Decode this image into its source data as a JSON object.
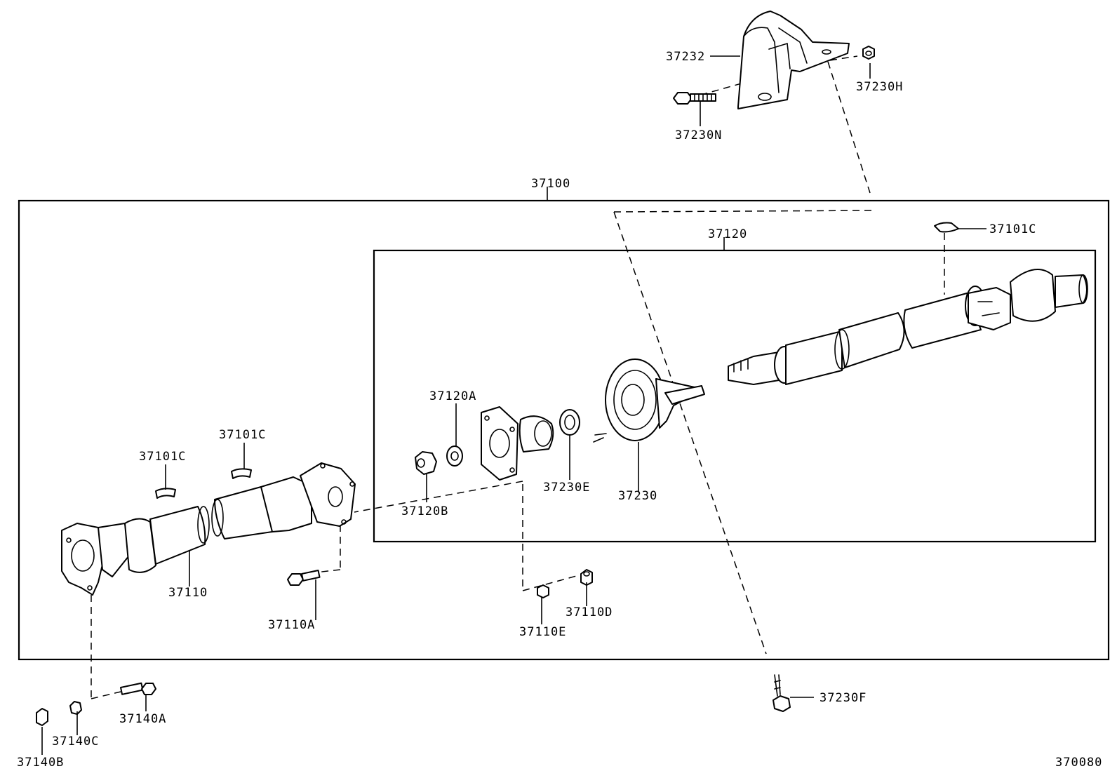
{
  "labels": {
    "p37232": "37232",
    "p37230H": "37230H",
    "p37230N": "37230N",
    "p37100": "37100",
    "p37120": "37120",
    "p37101C_top": "37101C",
    "p37120A": "37120A",
    "p37101C_mid": "37101C",
    "p37101C_left": "37101C",
    "p37120B": "37120B",
    "p37230E": "37230E",
    "p37230": "37230",
    "p37110": "37110",
    "p37110A": "37110A",
    "p37110E": "37110E",
    "p37110D": "37110D",
    "p37230F": "37230F",
    "p37140A": "37140A",
    "p37140C": "37140C",
    "p37140B": "37140B",
    "ref": "370080"
  }
}
